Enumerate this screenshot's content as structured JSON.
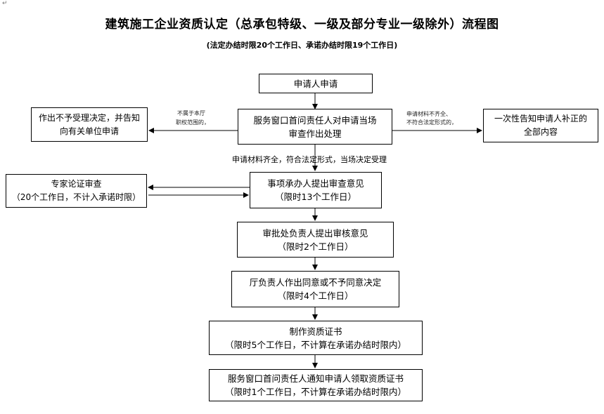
{
  "title": "建筑施工企业资质认定（总承包特级、一级及部分专业一级除外）流程图",
  "subtitle": "(法定办结时限20个工作日、承诺办结时限19个工作日)",
  "para_mark": "↵",
  "boxes": {
    "apply": "申请人申请",
    "review_l1": "服务窗口首问责任人对申请当场",
    "review_l2": "审查作出处理",
    "reject_l1": "作出不予受理决定，并告知",
    "reject_l2": "向有关单位申请",
    "notify_l1": "一次性告知申请人补正的",
    "notify_l2": "全部内容",
    "opinion_l1": "事项承办人提出审查意见",
    "opinion_l2": "（限时13个工作日）",
    "expert_l1": "专家论证审查",
    "expert_l2": "（20个工作日，不计入承诺时限）",
    "audit_l1": "审批处负责人提出审核意见",
    "audit_l2": "（限时2个工作日）",
    "decision_l1": "厅负责人作出同意或不予同意决定",
    "decision_l2": "（限时4个工作日）",
    "cert_l1": "制作资质证书",
    "cert_l2": "（限时5个工作日，不计算在承诺办结时限内）",
    "collect_l1": "服务窗口首问责任人通知申请人领取资质证书",
    "collect_l2": "（限时1个工作日，不计算在承诺办结时限内）"
  },
  "labels": {
    "left_l1": "不属于本厅",
    "left_l2": "职权范围的，",
    "right_l1": "申请材料不齐全、",
    "right_l2": "不符合法定形式的，",
    "accept": "申请材料齐全，符合法定形式，当场决定受理"
  }
}
